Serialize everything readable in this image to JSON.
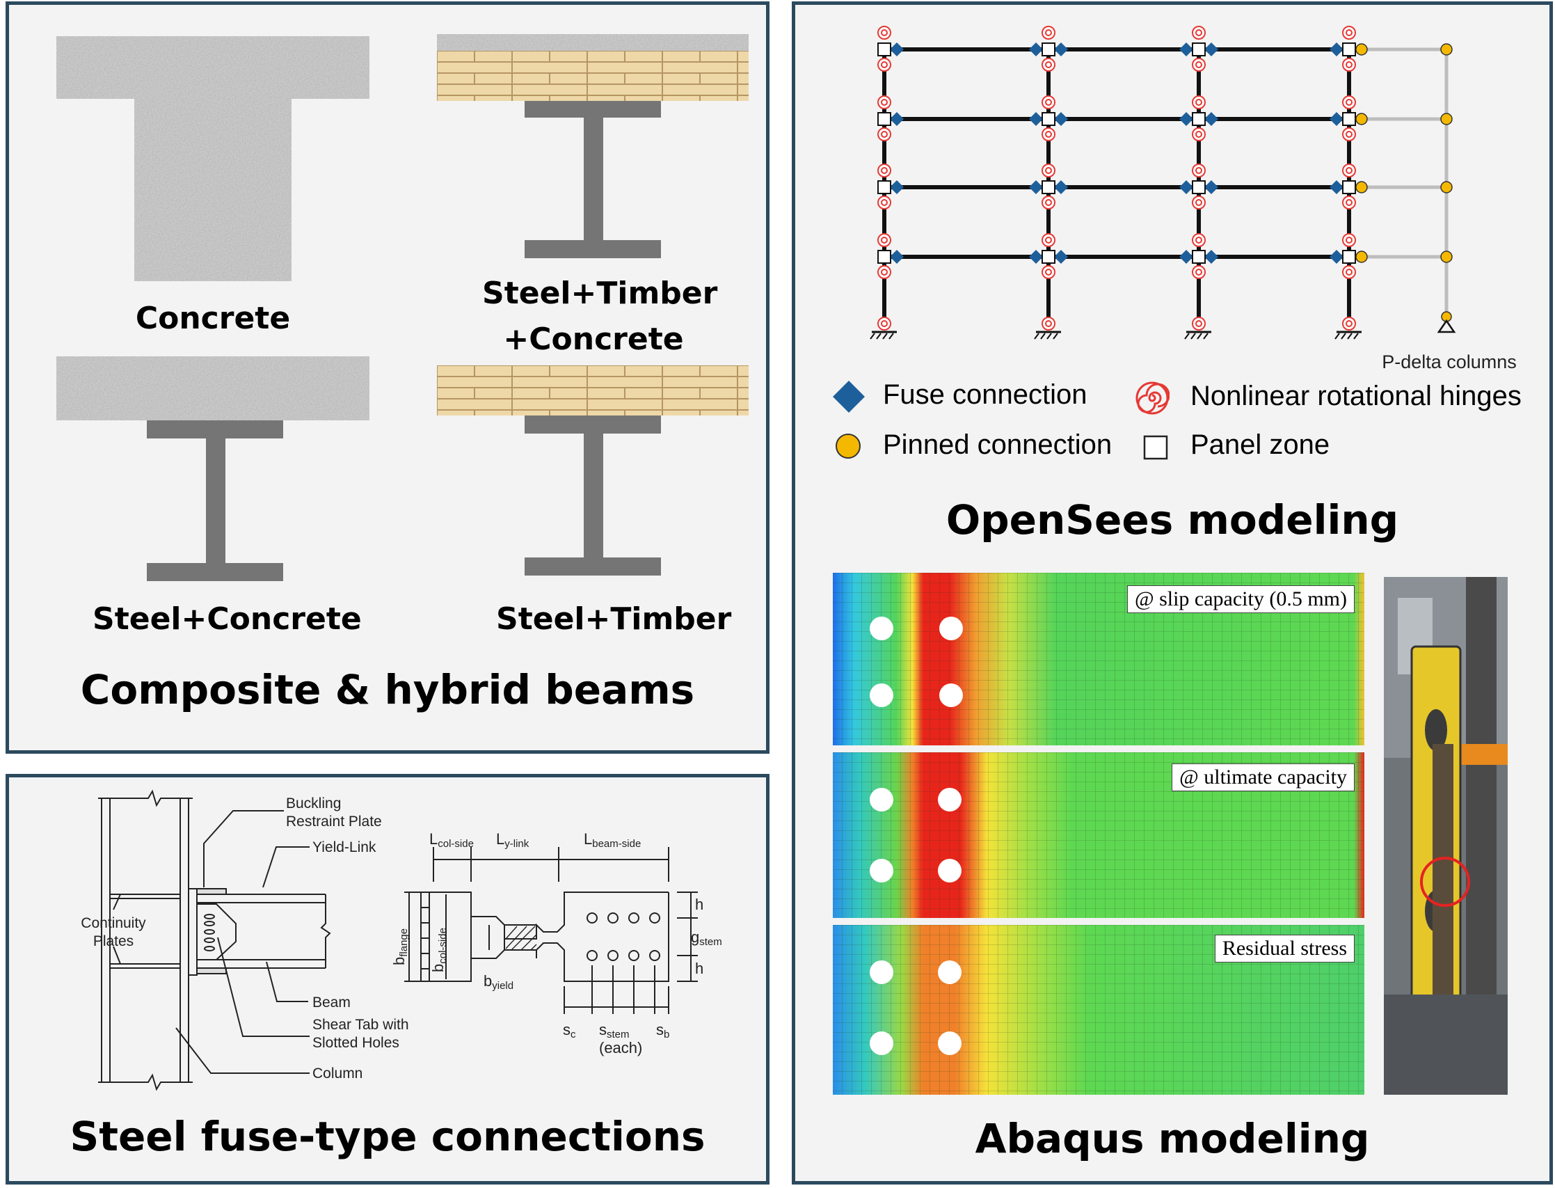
{
  "panels": {
    "beams": {
      "title": "Composite & hybrid beams",
      "labels": {
        "concrete": "Concrete",
        "stc_line1": "Steel+Timber",
        "stc_line2": "+Concrete",
        "steel_concrete": "Steel+Concrete",
        "steel_timber": "Steel+Timber"
      }
    },
    "connections": {
      "title": "Steel fuse-type connections",
      "callouts": {
        "buckling1": "Buckling",
        "buckling2": "Restraint Plate",
        "yield_link": "Yield-Link",
        "continuity1": "Continuity",
        "continuity2": "Plates",
        "beam": "Beam",
        "shear_tab1": "Shear Tab with",
        "shear_tab2": "Slotted Holes",
        "column": "Column"
      },
      "dims": {
        "L": "L",
        "col_side": "col-side",
        "y_link": "y-link",
        "beam_side": "beam-side",
        "b": "b",
        "flange": "flange",
        "yield": "yield",
        "h": "h",
        "g": "g",
        "stem": "stem",
        "s": "s",
        "c": "c",
        "b_sub": "b",
        "each": "(each)"
      }
    },
    "opensees": {
      "title": "OpenSees modeling",
      "pdelta_label": "P-delta columns",
      "legend": {
        "fuse": "Fuse connection",
        "hinge": "Nonlinear rotational hinges",
        "pinned": "Pinned connection",
        "panel": "Panel zone"
      },
      "colors": {
        "fuse": "#1d5f9b",
        "hinge": "#e53935",
        "pinned": "#f5b800"
      }
    },
    "abaqus": {
      "title": "Abaqus modeling",
      "states": [
        "@ slip capacity (0.5 mm)",
        "@ ultimate capacity",
        "Residual stress"
      ]
    }
  }
}
